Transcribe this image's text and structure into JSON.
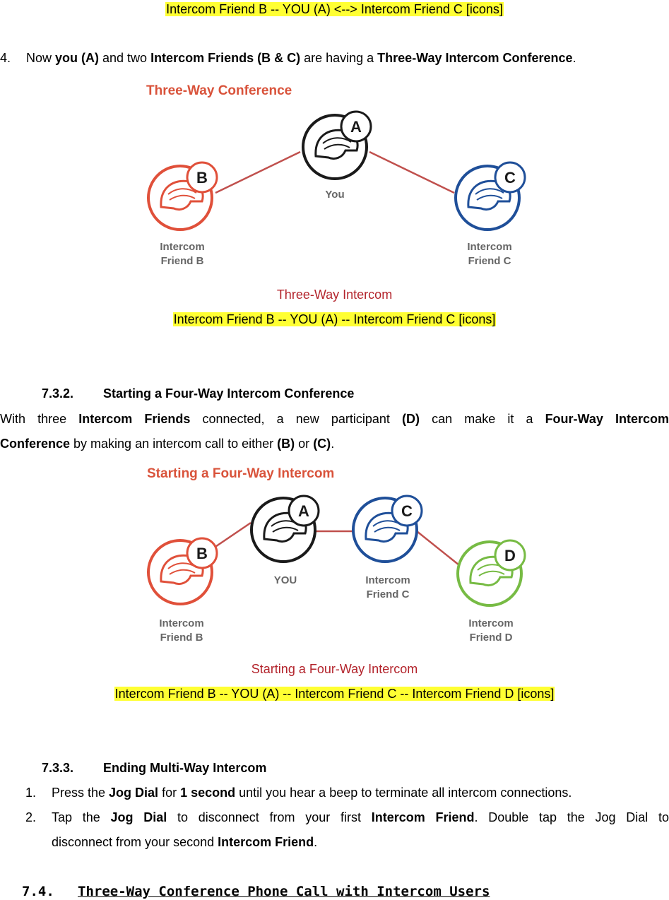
{
  "top_caption_hl": "Intercom Friend B -- YOU (A) <--> Intercom Friend C [icons]",
  "step4": {
    "num": "4.",
    "p1": "Now ",
    "b1": "you (A)",
    "p2": " and two ",
    "b2": "Intercom Friends (B & C)",
    "p3": " are having a ",
    "b3": "Three-Way Intercom Conference",
    "p4": "."
  },
  "fig1": {
    "title": "Three-Way Conference",
    "a_letter": "A",
    "a_label": "You",
    "b_letter": "B",
    "b_label_1": "Intercom",
    "b_label_2": "Friend B",
    "c_letter": "C",
    "c_label_1": "Intercom",
    "c_label_2": "Friend C",
    "caption": "Three-Way Intercom",
    "caption_hl": "Intercom Friend B -- YOU (A) -- Intercom Friend C [icons]"
  },
  "sec732": {
    "num": "7.3.2.",
    "title": "Starting a Four-Way Intercom Conference",
    "l1_p1": "With three ",
    "l1_b1": "Intercom Friends",
    "l1_p2": " connected, a new participant ",
    "l1_b2": "(D)",
    "l1_p3": " can make it a ",
    "l1_b3": "Four-Way Intercom",
    "l2_b1": "Conference",
    "l2_p1": " by making an intercom call to either ",
    "l2_b2": "(B)",
    "l2_p2": " or ",
    "l2_b3": "(C)",
    "l2_p3": "."
  },
  "fig2": {
    "title": "Starting a Four-Way Intercom",
    "a_letter": "A",
    "a_label": "YOU",
    "b_letter": "B",
    "b_label_1": "Intercom",
    "b_label_2": "Friend B",
    "c_letter": "C",
    "c_label_1": "Intercom",
    "c_label_2": "Friend C",
    "d_letter": "D",
    "d_label_1": "Intercom",
    "d_label_2": "Friend D",
    "caption": "Starting a Four-Way Intercom",
    "caption_hl": "Intercom Friend B -- YOU (A) -- Intercom Friend C -- Intercom Friend D  [icons]"
  },
  "sec733": {
    "num": "7.3.3.",
    "title": "Ending Multi-Way Intercom",
    "i1_num": "1.",
    "i1_p1": "Press the ",
    "i1_b1": "Jog Dial",
    "i1_p2": " for ",
    "i1_b2": "1 second",
    "i1_p3": " until you hear a beep to terminate all intercom connections.",
    "i2_num": "2.",
    "i2_p1": "Tap the ",
    "i2_b1": "Jog Dial",
    "i2_p2": " to disconnect from your first ",
    "i2_b2": "Intercom Friend",
    "i2_p3": ". Double tap the Jog Dial to",
    "i2_l2_p1": "disconnect from your second ",
    "i2_l2_b1": "Intercom Friend",
    "i2_l2_p2": "."
  },
  "sec74": {
    "num": "7.4.",
    "title": "Three-Way Conference Phone Call with Intercom Users"
  },
  "colors": {
    "red": "#e0503a",
    "black": "#1a1a1a",
    "blue": "#1f4f99",
    "green": "#77bb44",
    "line": "#c0504d",
    "title": "#d9533b",
    "caption": "#b3232b",
    "highlight": "#ffff33"
  }
}
